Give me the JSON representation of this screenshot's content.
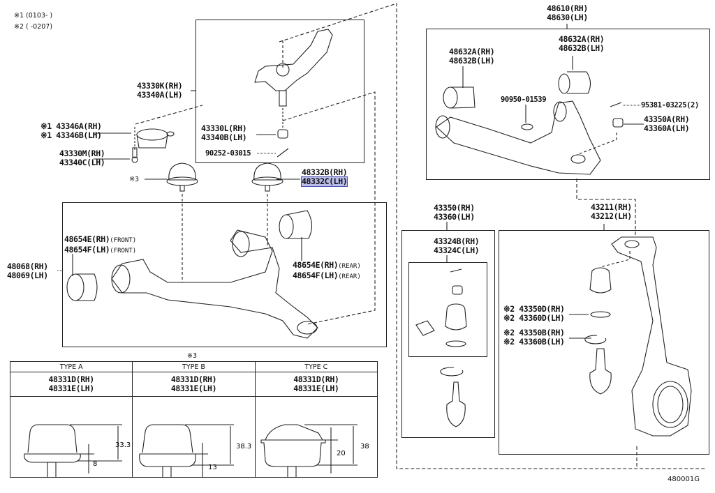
{
  "notes": {
    "n1": "※1 (0103-      )",
    "n2": "※2 (      -0207)"
  },
  "figure_code": "480001G",
  "groups": {
    "upper_ball_joint_box": {
      "parts": [
        {
          "id": "43330K",
          "side": "RH"
        },
        {
          "id": "43340A",
          "side": "LH"
        }
      ]
    },
    "upper_arm_box": {
      "parts": [
        {
          "id": "48610",
          "side": "RH"
        },
        {
          "id": "48630",
          "side": "LH"
        }
      ]
    },
    "lower_arm_box": {
      "parts": [
        {
          "id": "48068",
          "side": "RH"
        },
        {
          "id": "48069",
          "side": "LH"
        }
      ]
    },
    "lower_ball_joint_box": {
      "parts": [
        {
          "id": "43350",
          "side": "RH"
        },
        {
          "id": "43360",
          "side": "LH"
        }
      ]
    },
    "knuckle_box": {
      "parts": [
        {
          "id": "43211",
          "side": "RH"
        },
        {
          "id": "43212",
          "side": "LH"
        }
      ]
    },
    "boot_kit_box": {
      "parts": [
        {
          "id": "43324B",
          "side": "RH"
        },
        {
          "id": "43324C",
          "side": "LH"
        }
      ]
    }
  },
  "callouts": {
    "c43346": {
      "l1": "※1 43346A(RH)",
      "l2": "※1 43346B(LH)"
    },
    "c43330M": {
      "l1": "43330M(RH)",
      "l2": "43340C(LH)"
    },
    "c43330K": {
      "l1": "43330K(RH)",
      "l2": "43340A(LH)"
    },
    "c43330L": {
      "l1": "43330L(RH)",
      "l2": "43340B(LH)"
    },
    "c90252": {
      "l1": "90252-03015"
    },
    "c_star3": {
      "l1": "※3"
    },
    "c48332": {
      "l1": "48332B(RH)",
      "l2": "48332C(LH)",
      "highlighted": "48332C(LH)"
    },
    "c48654_front": {
      "l1": "48654E(RH)",
      "l1b": "(FRONT)",
      "l2": "48654F(LH)",
      "l2b": "(FRONT)"
    },
    "c48654_rear": {
      "l1": "48654E(RH)",
      "l1b": "(REAR)",
      "l2": "48654F(LH)",
      "l2b": "(REAR)"
    },
    "c48068": {
      "l1": "48068(RH)",
      "l2": "48069(LH)"
    },
    "c48610": {
      "l1": "48610(RH)",
      "l2": "48630(LH)"
    },
    "c48632_left": {
      "l1": "48632A(RH)",
      "l2": "48632B(LH)"
    },
    "c48632_right": {
      "l1": "48632A(RH)",
      "l2": "48632B(LH)"
    },
    "c90950": {
      "l1": "90950-01539"
    },
    "c95381": {
      "l1": "95381-03225(2)"
    },
    "c43350A": {
      "l1": "43350A(RH)",
      "l2": "43360A(LH)"
    },
    "c43350": {
      "l1": "43350(RH)",
      "l2": "43360(LH)"
    },
    "c43324": {
      "l1": "43324B(RH)",
      "l2": "43324C(LH)"
    },
    "c43211": {
      "l1": "43211(RH)",
      "l2": "43212(LH)"
    },
    "c43350D": {
      "l1": "※2 43350D(RH)",
      "l2": "※2 43360D(LH)"
    },
    "c43350B": {
      "l1": "※2 43350B(RH)",
      "l2": "※2 43360B(LH)"
    }
  },
  "types_table": {
    "title": "※3",
    "columns": [
      {
        "type": "TYPE A",
        "l1": "48331D(RH)",
        "l2": "48331E(LH)",
        "dim_small": "8",
        "dim_total": "33.3"
      },
      {
        "type": "TYPE B",
        "l1": "48331D(RH)",
        "l2": "48331E(LH)",
        "dim_small": "13",
        "dim_total": "38.3"
      },
      {
        "type": "TYPE C",
        "l1": "48331D(RH)",
        "l2": "48331E(LH)",
        "dim_small": "20",
        "dim_total": "38"
      }
    ]
  }
}
